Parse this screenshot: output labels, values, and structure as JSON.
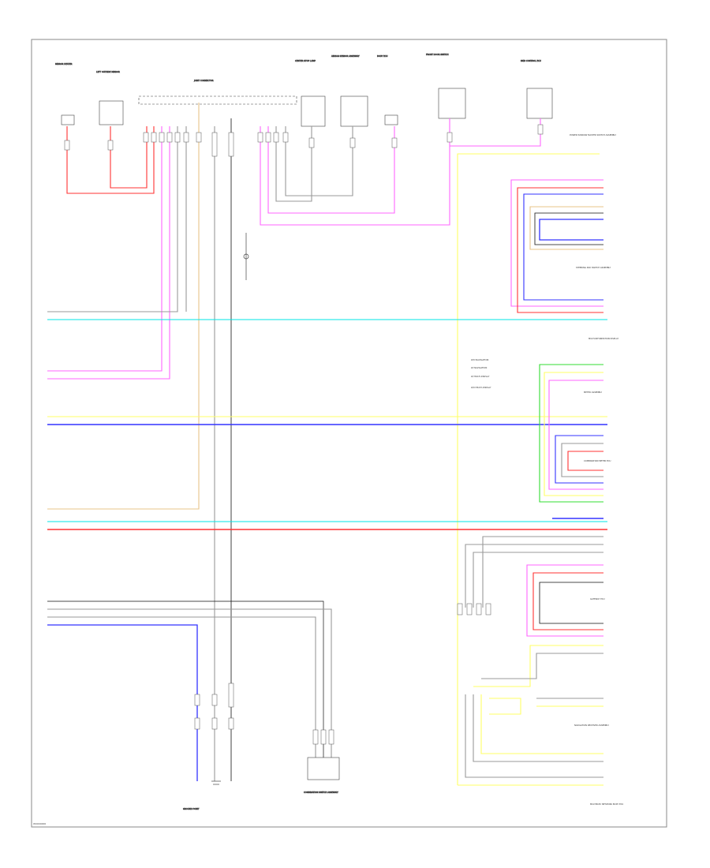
{
  "diagram": {
    "footer_code": "W0000000",
    "colors": {
      "pink": "#ff66ff",
      "red": "#ff3333",
      "cyan": "#00e5e5",
      "yellow": "#ffff66",
      "blue": "#3333ff",
      "green": "#33dd33",
      "gray": "#999999",
      "black": "#111111",
      "tan": "#e8c48a",
      "frame": "#888888"
    },
    "top_components": [
      {
        "label": "MIRROR HEATER",
        "icon": "connector-block-icon"
      },
      {
        "label": "LEFT OUTSIDE MIRROR",
        "icon": "connector-block-icon"
      },
      {
        "label": "JOINT CONNECTOR",
        "icon": "connector-strip-icon"
      },
      {
        "label": "CENTER STOP LAMP",
        "icon": "connector-block-icon"
      },
      {
        "label": "AIRBAG SENSOR ASSEMBLY",
        "icon": "connector-block-icon"
      },
      {
        "label": "BODY ECU",
        "icon": "connector-block-icon"
      },
      {
        "label": "FRONT DOOR SWITCH",
        "icon": "connector-block-icon"
      },
      {
        "label": "SKID CONTROL ECU",
        "icon": "connector-block-icon"
      }
    ],
    "right_components": [
      {
        "label": "POWER WINDOW MASTER SWITCH ASSEMBLY"
      },
      {
        "label": "STEERING PAD SWITCH ASSEMBLY"
      },
      {
        "label": "MULTI-INFORMATION DISPLAY"
      },
      {
        "label": "METER ASSEMBLY"
      },
      {
        "label": "COMBINATION METER ECU"
      },
      {
        "label": "GATEWAY ECU"
      },
      {
        "label": "NAVIGATION RECEIVER ASSEMBLY"
      },
      {
        "label": "MULTIPLEX NETWORK BODY ECU"
      }
    ],
    "bottom_components": [
      {
        "label": "GROUND POINT"
      },
      {
        "label": "COMBINATION SWITCH ASSEMBLY"
      }
    ],
    "legend_notes": [
      "W/O NAVIGATION",
      "W/ NAVIGATION",
      "W/ MULTI-DISPLAY",
      "W/O MULTI-DISPLAY"
    ]
  }
}
